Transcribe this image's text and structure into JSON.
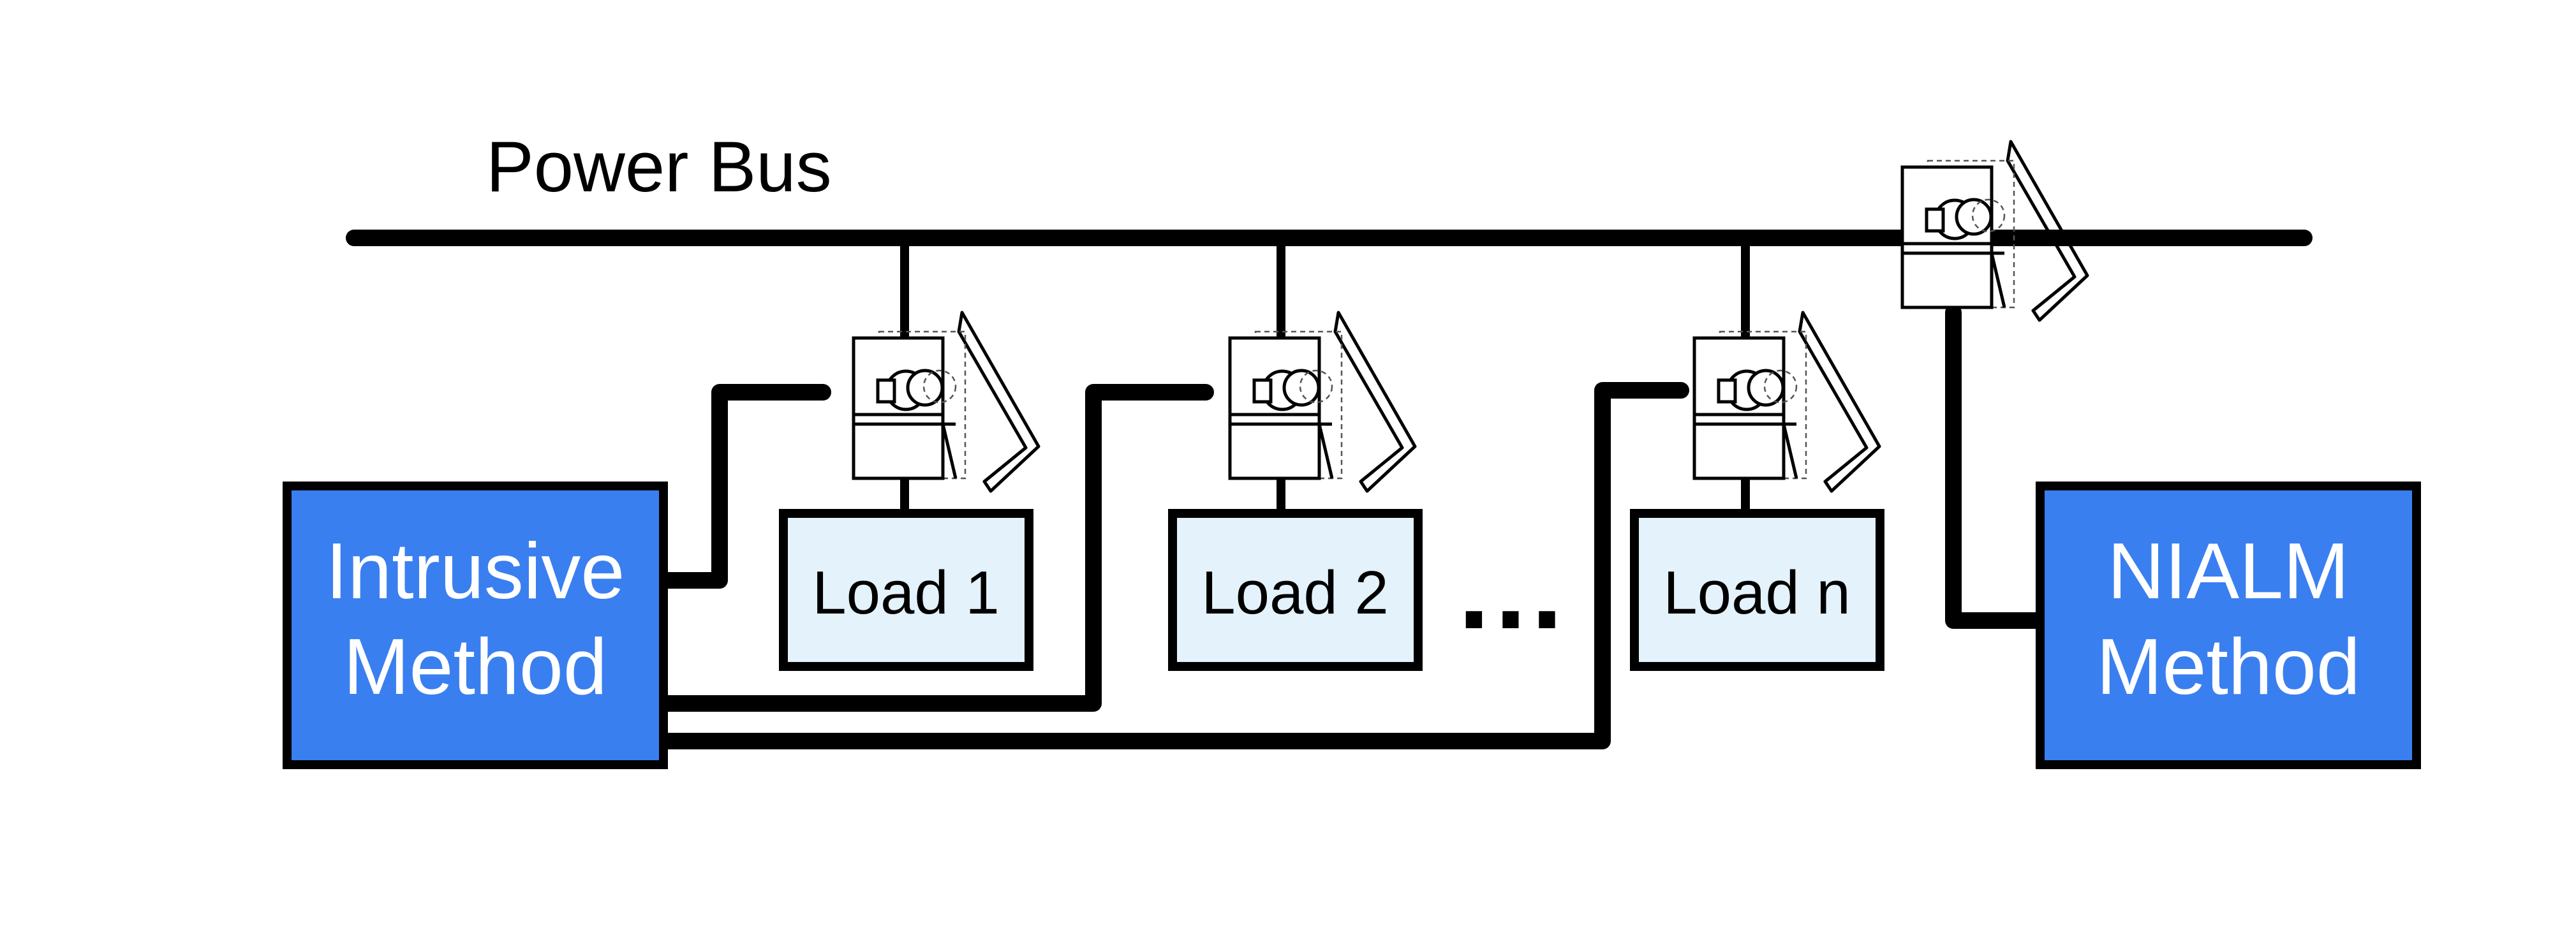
{
  "power_bus": {
    "label": "Power Bus"
  },
  "intrusive_method": {
    "line1": "Intrusive",
    "line2": "Method"
  },
  "nialm_method": {
    "line1": "NIALM",
    "line2": "Method"
  },
  "loads": [
    {
      "label": "Load 1"
    },
    {
      "label": "Load 2"
    },
    {
      "label": "Load n"
    }
  ],
  "ellipsis": "…",
  "colors": {
    "method_fill": "#3a7ff0",
    "method_text": "#ffffff",
    "load_fill": "#e3f2fb",
    "line": "#000000"
  },
  "icons": {
    "sensor": "clamp-on-current-sensor-icon"
  }
}
